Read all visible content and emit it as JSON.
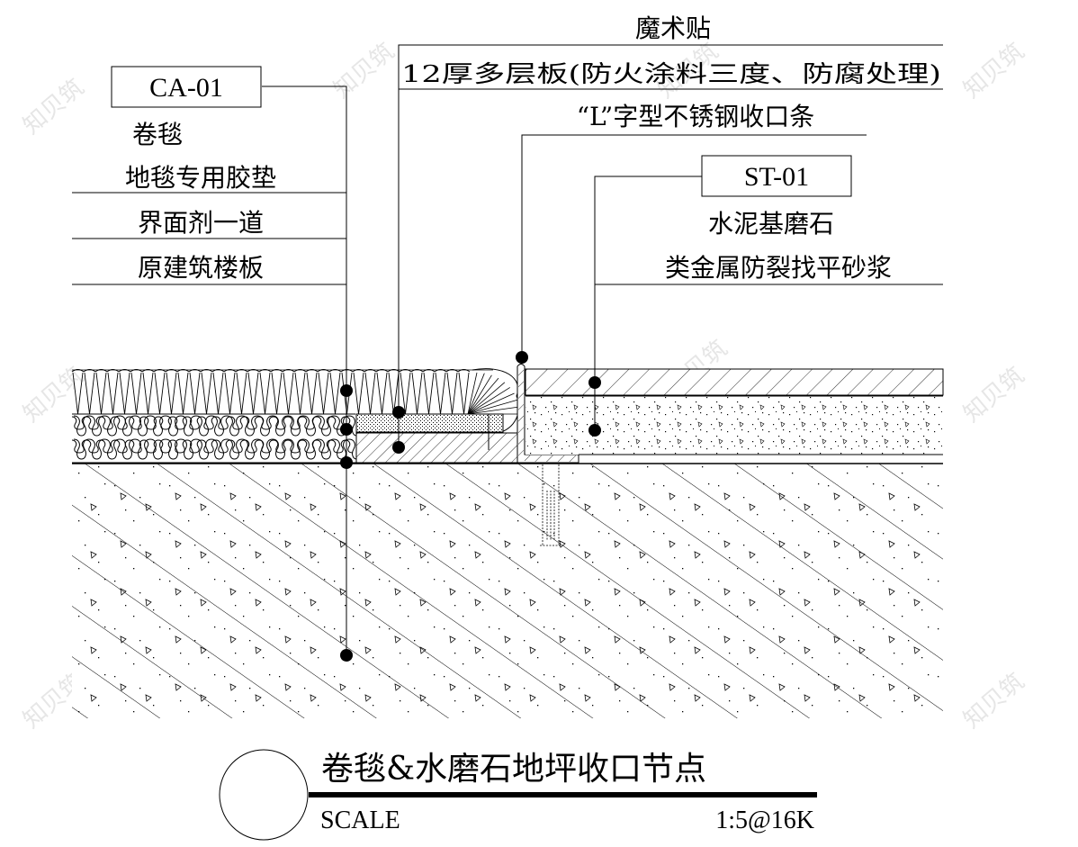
{
  "drawing": {
    "title": "卷毯&水磨石地坪收口节点",
    "scale_label": "SCALE",
    "scale_value": "1:5@16K"
  },
  "left_callout": {
    "tag": "CA-01",
    "lines": [
      "卷毯",
      "地毯专用胶垫",
      "界面剂一道",
      "原建筑楼板"
    ]
  },
  "middle_callout": {
    "lines": [
      "魔术贴",
      "12厚多层板(防火涂料三度、防腐处理)"
    ]
  },
  "trim_callout": {
    "text": "“L”字型不锈钢收口条"
  },
  "right_callout": {
    "tag": "ST-01",
    "lines": [
      "水泥基磨石",
      "类金属防裂找平砂浆"
    ]
  },
  "watermark": {
    "text": "知贝筑"
  },
  "colors": {
    "ink": "#000000",
    "background": "#ffffff",
    "watermark": "#e6e6e6"
  }
}
